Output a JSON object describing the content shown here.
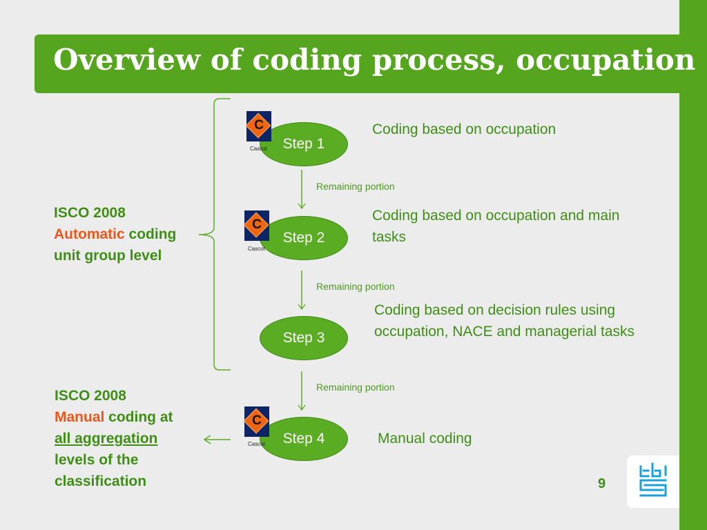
{
  "title": "Overview of coding process, occupation",
  "steps": [
    {
      "label": "Step 1",
      "description": "Coding based on occupation",
      "has_logo": true,
      "logo_caption": "Cascot"
    },
    {
      "label": "Step 2",
      "description": "Coding based on occupation and main tasks",
      "has_logo": true,
      "logo_caption": "Cascot"
    },
    {
      "label": "Step 3",
      "description": "Coding based on decision rules using occupation, NACE and managerial tasks",
      "has_logo": false
    },
    {
      "label": "Step 4",
      "description": "Manual coding",
      "has_logo": true,
      "logo_caption": "Cascot"
    }
  ],
  "logo_letter": "C",
  "remaining_label": "Remaining portion",
  "automatic_group": {
    "line1": "ISCO 2008",
    "highlight": "Automatic",
    "line2_rest": " coding",
    "line3": "unit group level"
  },
  "manual_group": {
    "line1": "ISCO 2008",
    "highlight": "Manual",
    "line2_rest": " coding at",
    "line3": "all aggregation",
    "line4": "levels of the",
    "line5": "classification"
  },
  "page_number": "9",
  "colors": {
    "brand_green": "#55a51e",
    "text_green": "#3e8e15",
    "highlight_orange": "#e8581c",
    "logo_navy": "#0d2466",
    "logo_orange": "#f0650f"
  }
}
